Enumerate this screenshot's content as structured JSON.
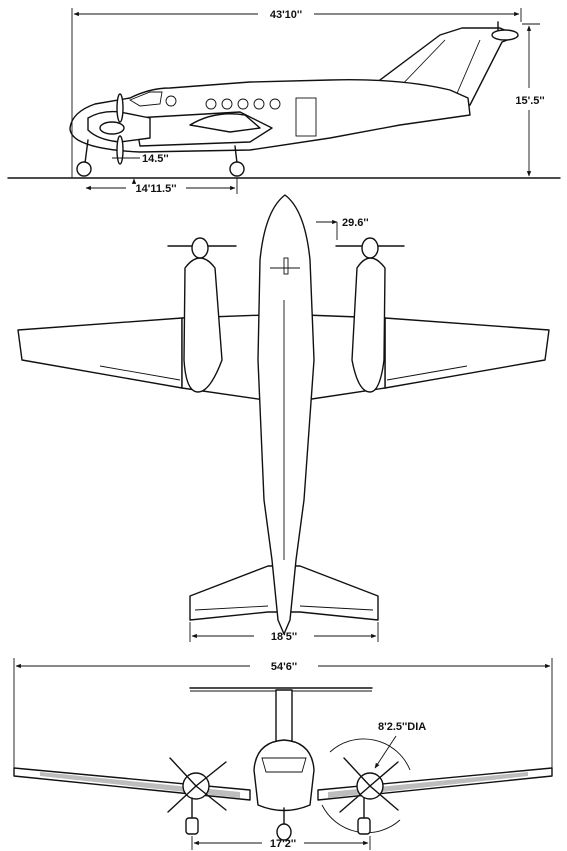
{
  "dimensions": {
    "overall_length": "43'10''",
    "overall_height": "15'.5''",
    "prop_ground_clearance": "14.5''",
    "wheelbase": "14'11.5''",
    "prop_to_fuselage_clearance": "29.6''",
    "horizontal_tail_span": "18'5''",
    "wingspan": "54'6''",
    "prop_diameter": "8'2.5''DIA",
    "main_gear_track": "17'2''"
  }
}
